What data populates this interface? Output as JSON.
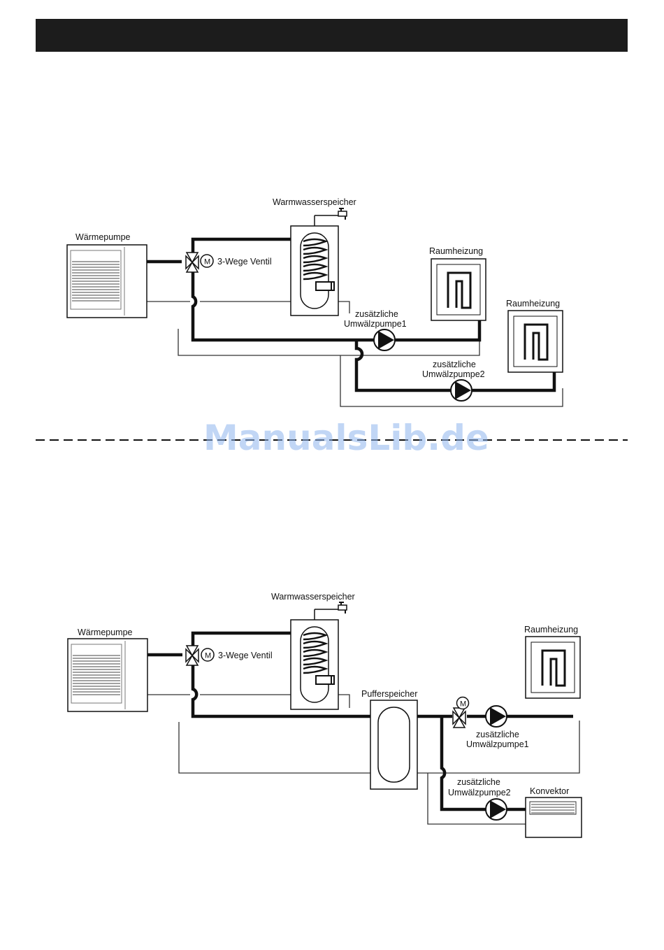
{
  "watermark": "ManualsLib.de",
  "diagram1": {
    "heat_pump": "Wärmepumpe",
    "dhw_tank": "Warmwasserspeicher",
    "valve": "3-Wege Ventil",
    "room_heating_1": "Raumheizung",
    "room_heating_2": "Raumheizung",
    "pump1_line1": "zusätzliche",
    "pump1_line2": "Umwälzpumpe1",
    "pump2_line1": "zusätzliche",
    "pump2_line2": "Umwälzpumpe2"
  },
  "diagram2": {
    "heat_pump": "Wärmepumpe",
    "dhw_tank": "Warmwasserspeicher",
    "valve": "3-Wege Ventil",
    "buffer_tank": "Pufferspeicher",
    "room_heating": "Raumheizung",
    "convector": "Konvektor",
    "pump1_line1": "zusätzliche",
    "pump1_line2": "Umwälzpumpe1",
    "pump2_line1": "zusätzliche",
    "pump2_line2": "Umwälzpumpe2"
  },
  "symbols": {
    "motor": "M"
  }
}
